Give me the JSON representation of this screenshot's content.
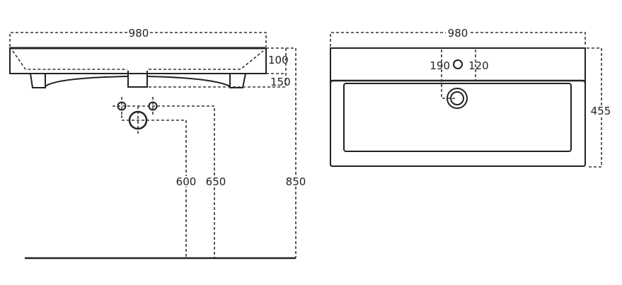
{
  "side_view": {
    "width_label": "980",
    "rim_height_label": "100",
    "total_depth_label": "150",
    "waste_height_label": "600",
    "supply_height_label": "650",
    "rim_floor_height_label": "850"
  },
  "top_view": {
    "width_label": "980",
    "tap_offset_left_label": "190",
    "tap_offset_right_label": "120",
    "depth_label": "455"
  }
}
